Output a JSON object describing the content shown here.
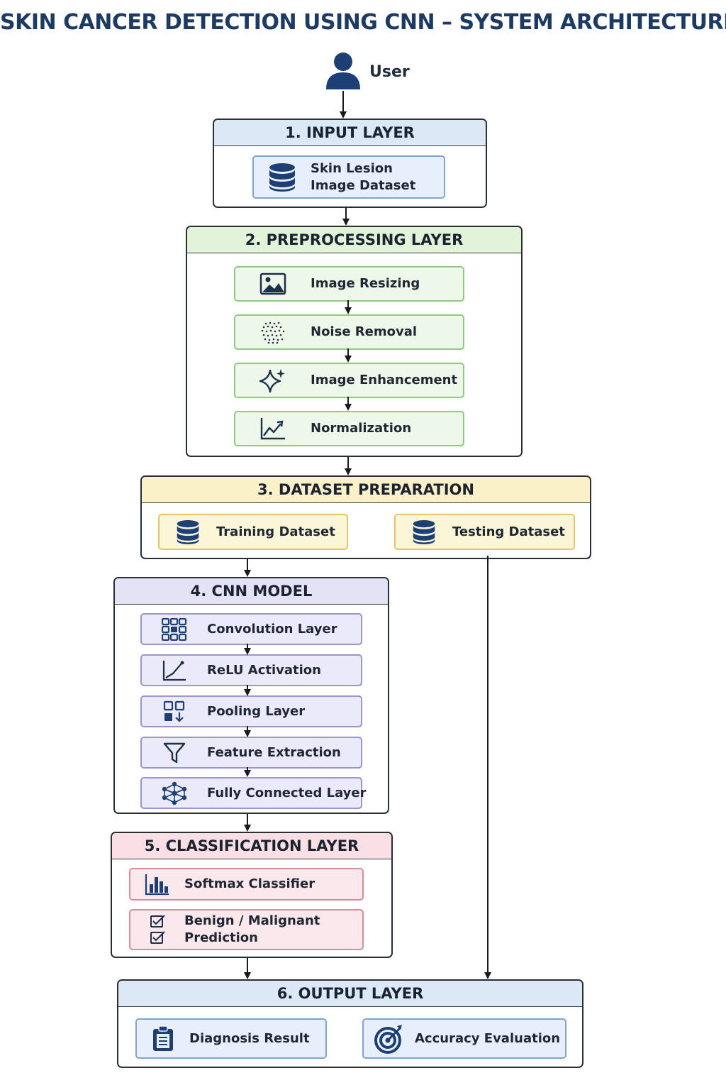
{
  "title": "SKIN CANCER DETECTION USING CNN – SYSTEM ARCHITECTURE",
  "user": {
    "label": "User",
    "icon": "user-icon"
  },
  "layers": {
    "input": {
      "title": "1. INPUT LAYER",
      "items": [
        {
          "line1": "Skin Lesion",
          "line2": "Image Dataset",
          "icon": "database-icon"
        }
      ]
    },
    "preprocessing": {
      "title": "2. PREPROCESSING LAYER",
      "items": [
        {
          "label": "Image Resizing",
          "icon": "image-icon"
        },
        {
          "label": "Noise Removal",
          "icon": "noise-icon"
        },
        {
          "label": "Image Enhancement",
          "icon": "sparkle-icon"
        },
        {
          "label": "Normalization",
          "icon": "line-chart-icon"
        }
      ]
    },
    "dataset": {
      "title": "3. DATASET PREPARATION",
      "items": [
        {
          "label": "Training Dataset",
          "icon": "database-icon"
        },
        {
          "label": "Testing Dataset",
          "icon": "database-icon"
        }
      ]
    },
    "cnn": {
      "title": "4. CNN MODEL",
      "items": [
        {
          "label": "Convolution Layer",
          "icon": "grid-icon"
        },
        {
          "label": "ReLU Activation",
          "icon": "activation-icon"
        },
        {
          "label": "Pooling Layer",
          "icon": "pooling-icon"
        },
        {
          "label": "Feature Extraction",
          "icon": "funnel-icon"
        },
        {
          "label": "Fully Connected Layer",
          "icon": "network-icon"
        }
      ]
    },
    "classification": {
      "title": "5. CLASSIFICATION LAYER",
      "items": [
        {
          "label": "Softmax Classifier",
          "icon": "bar-chart-icon"
        },
        {
          "line1": "Benign / Malignant",
          "line2": "Prediction",
          "icon": "checkbox-icon"
        }
      ]
    },
    "output": {
      "title": "6. OUTPUT LAYER",
      "items": [
        {
          "label": "Diagnosis Result",
          "icon": "clipboard-icon"
        },
        {
          "label": "Accuracy Evaluation",
          "icon": "target-icon"
        }
      ]
    }
  },
  "colors": {
    "title": "#1c3a63",
    "icon": "#1e3f73",
    "input": "#dbe8f6",
    "preprocessing": "#e2f3d9",
    "dataset": "#fbf1c8",
    "cnn": "#e4e2f5",
    "classification": "#f9dfe4"
  }
}
